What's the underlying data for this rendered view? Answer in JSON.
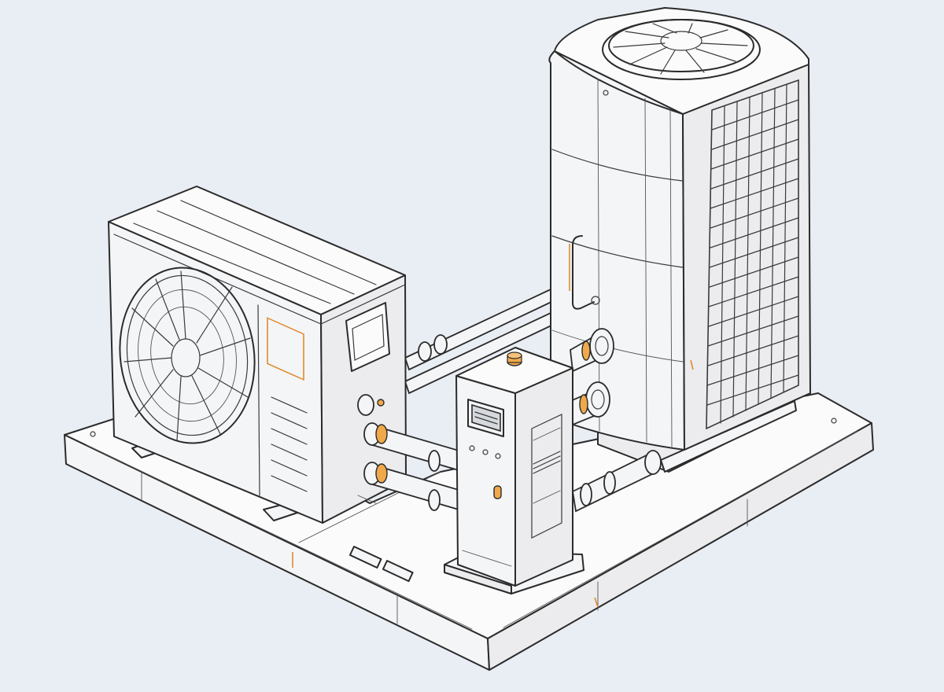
{
  "diagram": {
    "components": [
      {
        "id": "outdoor-unit",
        "icon": "fan-icon"
      },
      {
        "id": "tower-unit",
        "icon": "fan-icon"
      },
      {
        "id": "control-cabinet",
        "icon": "display-icon"
      },
      {
        "id": "base-platform"
      },
      {
        "id": "connecting-pipes"
      }
    ],
    "colors": {
      "background": "#e9edf4",
      "line": "#2b2b2b",
      "accent": "#e08a2a",
      "accent_fill": "#f0a94a",
      "panel": "#f4f5f7"
    }
  }
}
